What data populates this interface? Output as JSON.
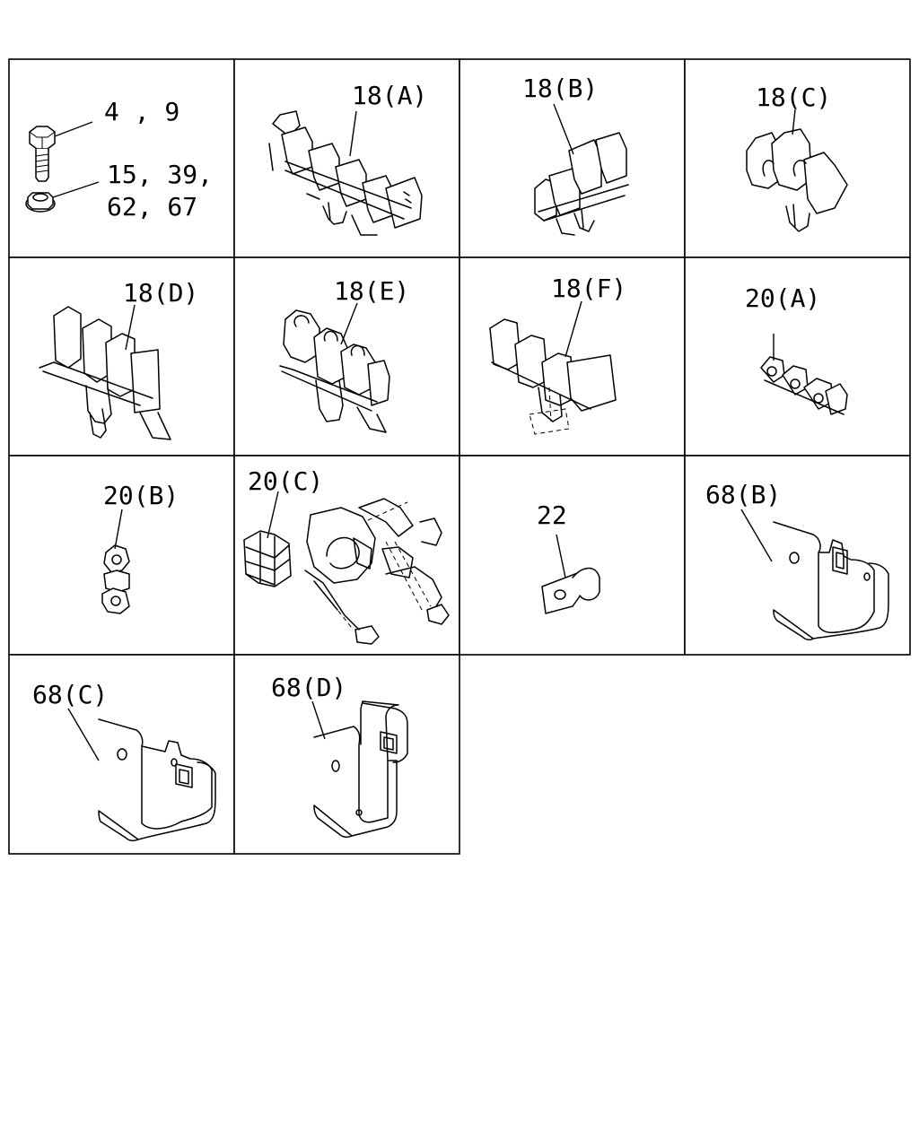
{
  "cells": [
    {
      "id": "bolt-nut",
      "labels": [
        "4 , 9",
        "15, 39,",
        "62, 67"
      ]
    },
    {
      "id": "18A",
      "labels": [
        "18(A)"
      ]
    },
    {
      "id": "18B",
      "labels": [
        "18(B)"
      ]
    },
    {
      "id": "18C",
      "labels": [
        "18(C)"
      ]
    },
    {
      "id": "18D",
      "labels": [
        "18(D)"
      ]
    },
    {
      "id": "18E",
      "labels": [
        "18(E)"
      ]
    },
    {
      "id": "18F",
      "labels": [
        "18(F)"
      ]
    },
    {
      "id": "20A",
      "labels": [
        "20(A)"
      ]
    },
    {
      "id": "20B",
      "labels": [
        "20(B)"
      ]
    },
    {
      "id": "20C",
      "labels": [
        "20(C)"
      ]
    },
    {
      "id": "22",
      "labels": [
        "22"
      ]
    },
    {
      "id": "68B",
      "labels": [
        "68(B)"
      ]
    },
    {
      "id": "68C",
      "labels": [
        "68(C)"
      ]
    },
    {
      "id": "68D",
      "labels": [
        "68(D)"
      ]
    }
  ]
}
